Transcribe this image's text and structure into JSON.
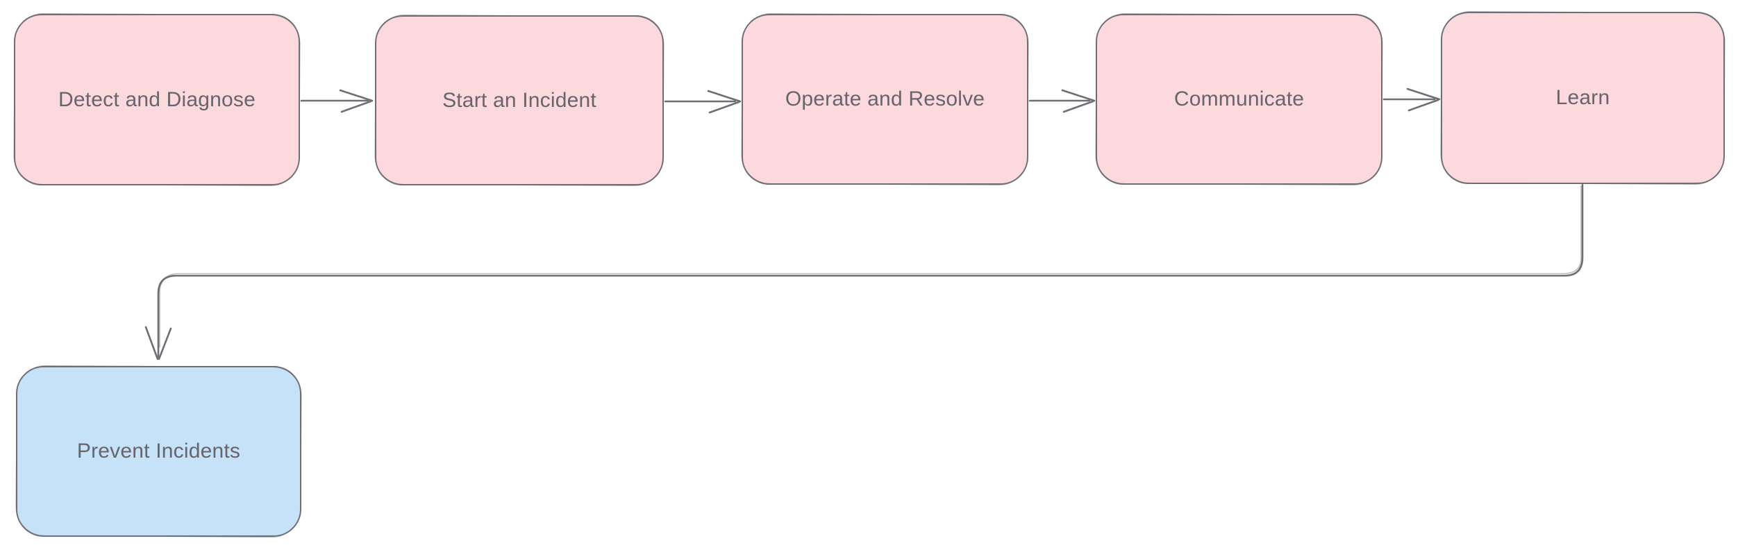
{
  "diagram": {
    "colors": {
      "background": "#ffffff",
      "stroke": "#6f6e74",
      "label": "#67646c",
      "pink_fill": "#fbd9dd",
      "blue_fill": "#c6e2f8"
    },
    "nodes": [
      {
        "id": "detect-and-diagnose",
        "label": "Detect and Diagnose",
        "fill": "#fbd9dd"
      },
      {
        "id": "start-an-incident",
        "label": "Start an Incident",
        "fill": "#fbd9dd"
      },
      {
        "id": "operate-and-resolve",
        "label": "Operate and Resolve",
        "fill": "#fbd9dd"
      },
      {
        "id": "communicate",
        "label": "Communicate",
        "fill": "#fbd9dd"
      },
      {
        "id": "learn",
        "label": "Learn",
        "fill": "#fbd9dd"
      },
      {
        "id": "prevent-incidents",
        "label": "Prevent Incidents",
        "fill": "#c6e2f8"
      }
    ],
    "connectors": [
      {
        "from": "detect-and-diagnose",
        "to": "start-an-incident",
        "type": "straight-arrow"
      },
      {
        "from": "start-an-incident",
        "to": "operate-and-resolve",
        "type": "straight-arrow"
      },
      {
        "from": "operate-and-resolve",
        "to": "communicate",
        "type": "straight-arrow"
      },
      {
        "from": "communicate",
        "to": "learn",
        "type": "straight-arrow"
      },
      {
        "from": "learn",
        "to": "prevent-incidents",
        "type": "elbow-arrow"
      }
    ]
  }
}
